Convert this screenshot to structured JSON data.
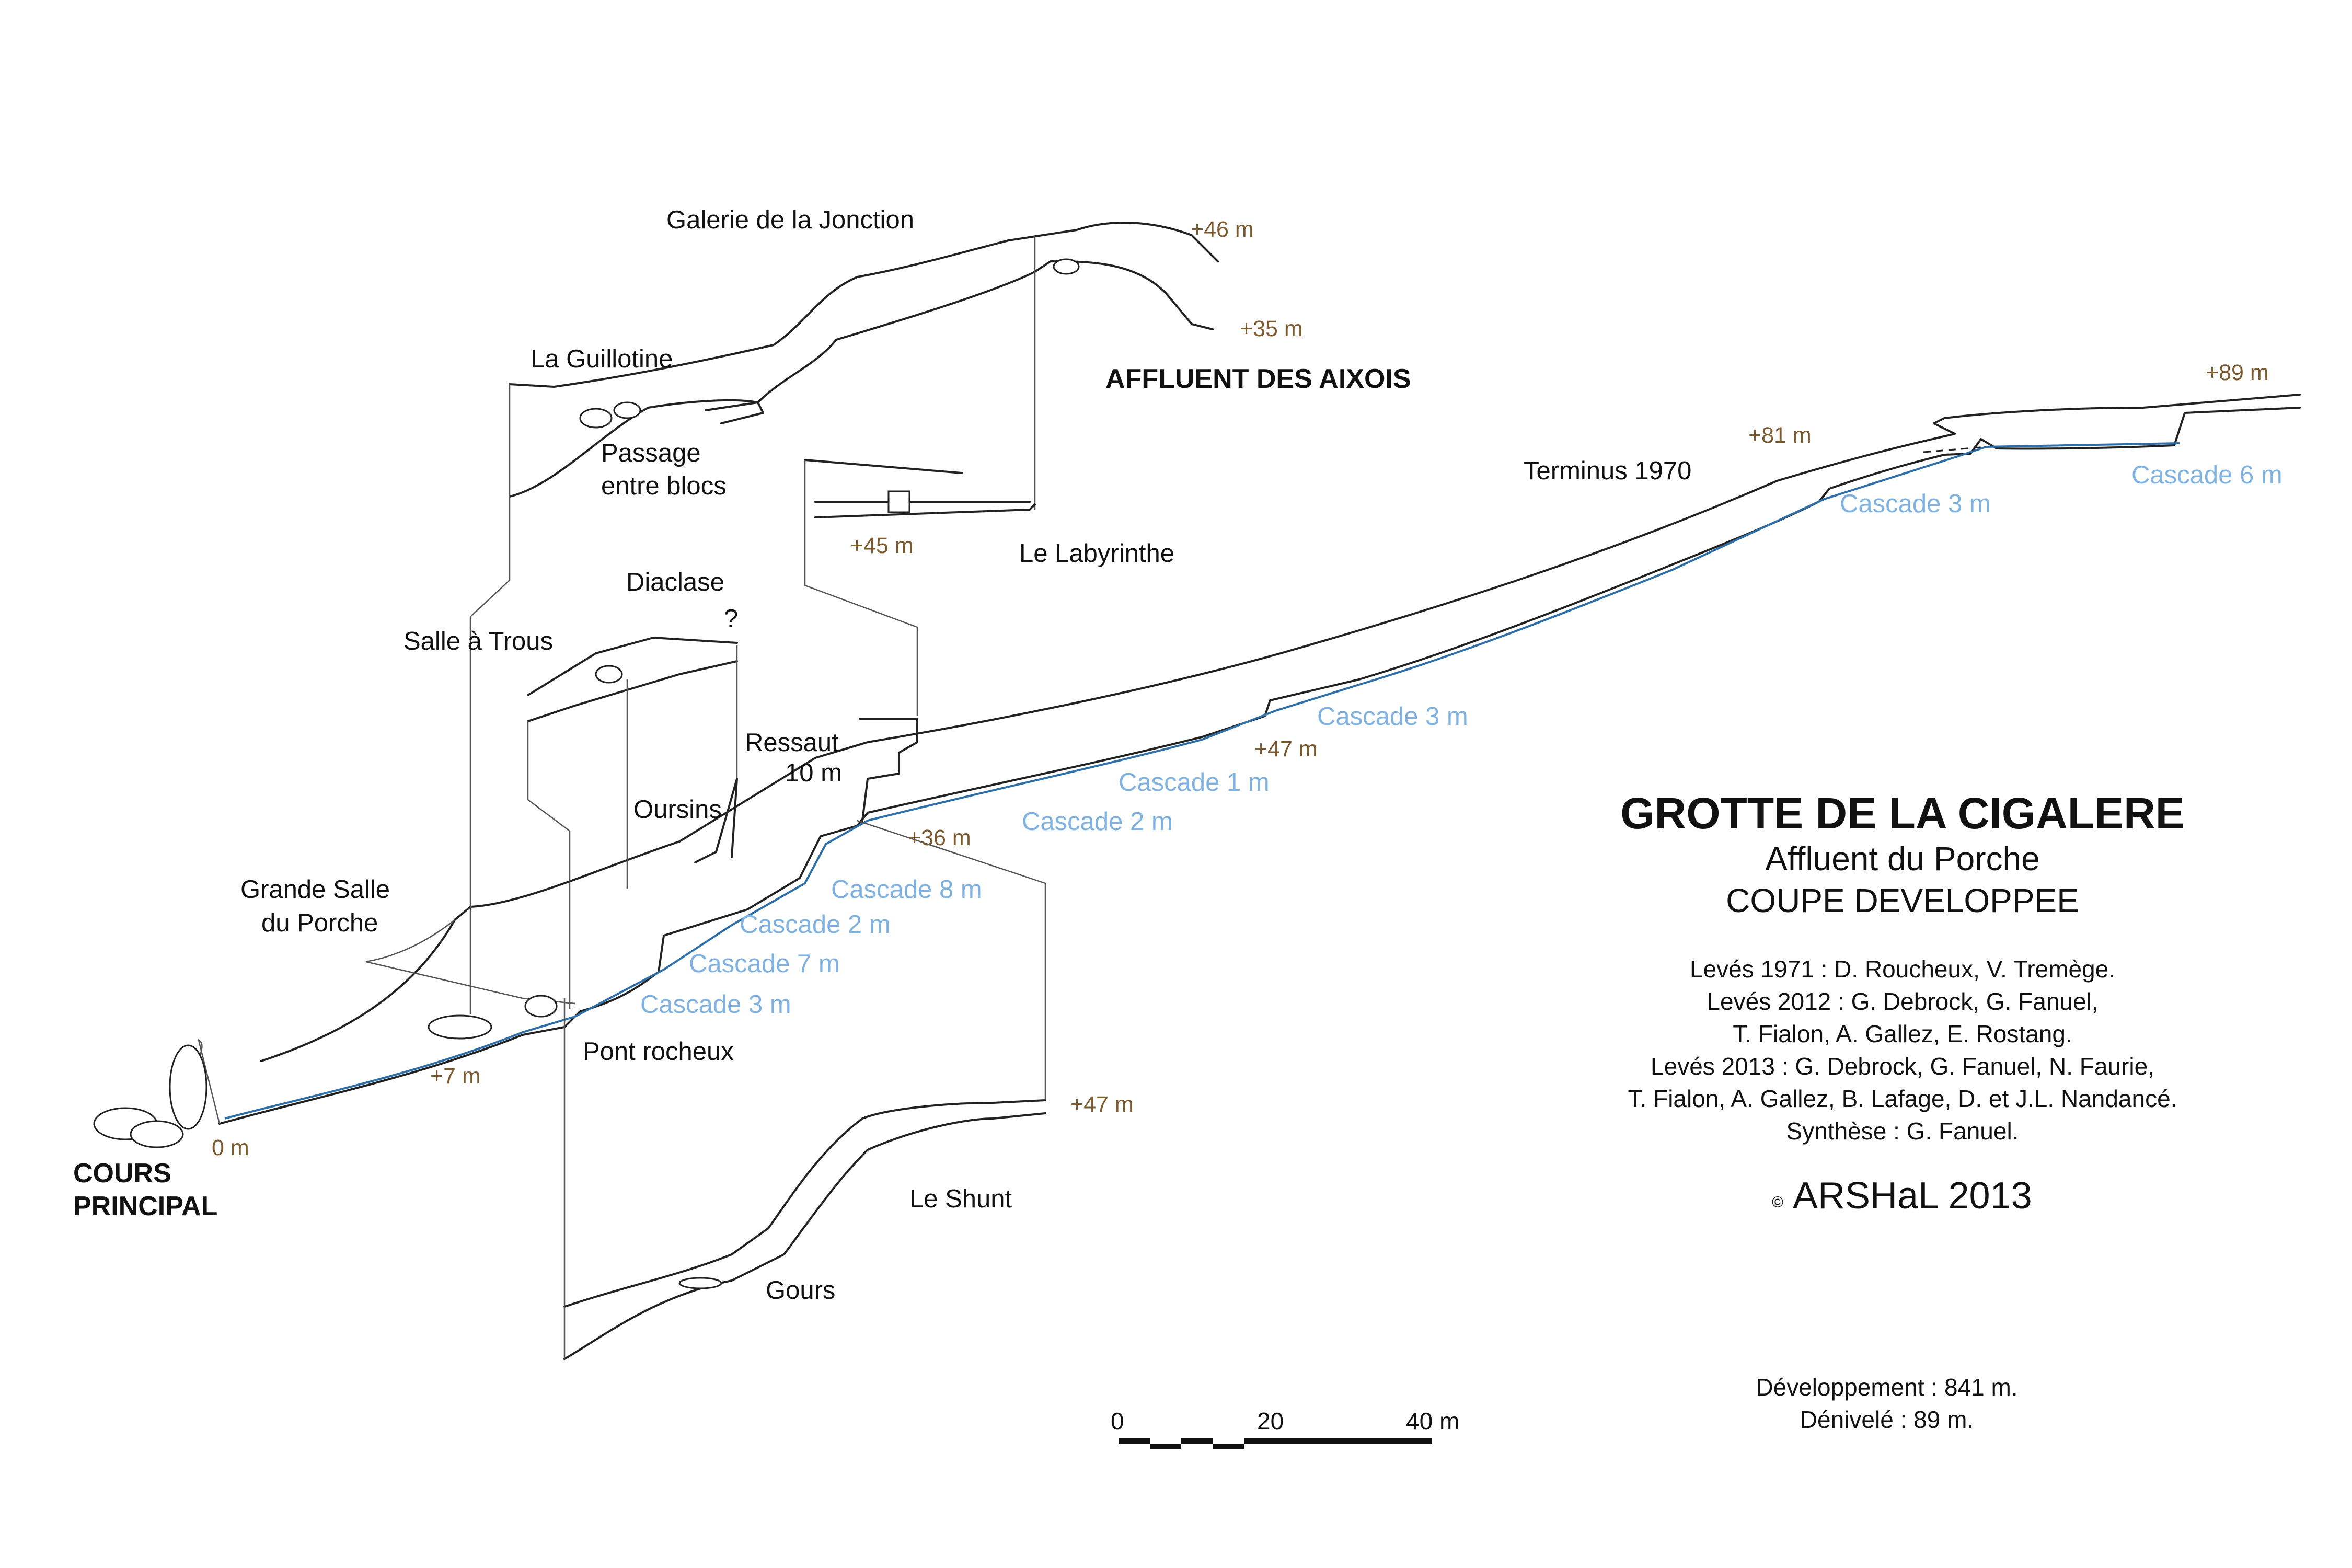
{
  "places": {
    "galerie_jonction": "Galerie de la Jonction",
    "guillotine": "La Guillotine",
    "passage_line1": "Passage",
    "passage_line2": "entre blocs",
    "affluent_aixois": "AFFLUENT DES AIXOIS",
    "labyrinthe": "Le Labyrinthe",
    "terminus": "Terminus 1970",
    "diaclase": "Diaclase",
    "question": "?",
    "salle_trous": "Salle à Trous",
    "ressaut_line1": "Ressaut",
    "ressaut_line2": "10 m",
    "oursins": "Oursins",
    "grande_salle_line1": "Grande Salle",
    "grande_salle_line2": "du Porche",
    "pont_rocheux": "Pont rocheux",
    "cours_line1": "COURS",
    "cours_line2": "PRINCIPAL",
    "le_shunt": "Le Shunt",
    "gours": "Gours"
  },
  "elevations": {
    "e46": "+46 m",
    "e35": "+35 m",
    "e45": "+45 m",
    "e89": "+89 m",
    "e81": "+81 m",
    "e47a": "+47 m",
    "e36": "+36 m",
    "e7": "+7 m",
    "e0": "0 m",
    "e47b": "+47 m"
  },
  "cascades": {
    "c6": "Cascade 6 m",
    "c3_top": "Cascade 3 m",
    "c3_mid": "Cascade 3 m",
    "c1": "Cascade 1 m",
    "c2_upper": "Cascade 2 m",
    "c8": "Cascade 8 m",
    "c2_lower": "Cascade 2 m",
    "c7": "Cascade 7 m",
    "c3_low": "Cascade 3 m"
  },
  "title_block": {
    "title": "GROTTE DE LA CIGALERE",
    "subtitle": "Affluent du Porche",
    "view": "COUPE DEVELOPPEE",
    "credits": [
      "Levés 1971 : D. Roucheux, V. Tremège.",
      "Levés 2012 : G. Debrock, G. Fanuel,",
      "T. Fialon, A. Gallez, E. Rostang.",
      "Levés 2013 : G. Debrock, G. Fanuel, N. Faurie,",
      "T. Fialon, A. Gallez, B. Lafage, D. et J.L. Nandancé.",
      "Synthèse : G. Fanuel."
    ],
    "copyright_symbol": "©",
    "copyright": "ARSHaL 2013"
  },
  "stats": {
    "development": "Développement : 841 m.",
    "depth": "Dénivelé : 89 m."
  },
  "scale_bar": {
    "label_0": "0",
    "label_20": "20",
    "label_40": "40 m"
  }
}
